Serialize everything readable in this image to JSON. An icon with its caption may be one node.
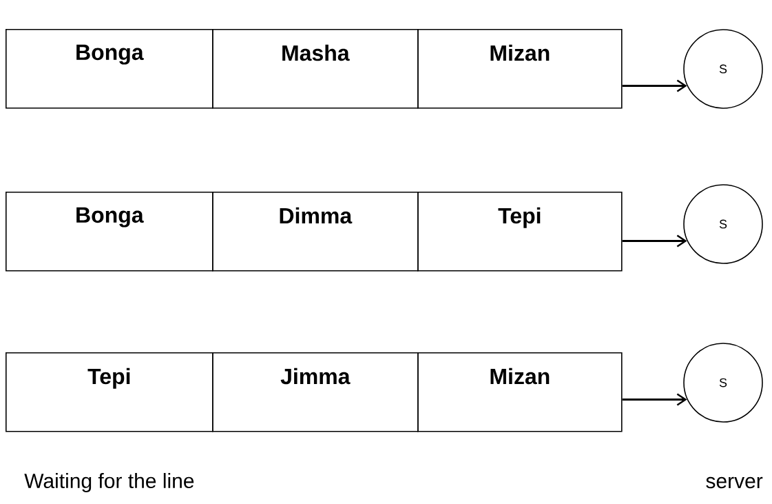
{
  "diagram": {
    "nodes": [
      {
        "text": [
          "Bonga"
        ]
      },
      {
        "text": [
          "Masha"
        ]
      },
      {
        "text": [
          "Mizan"
        ]
      },
      {
        "text": [
          "S"
        ]
      },
      {
        "text": [
          "Bonga"
        ]
      },
      {
        "text": [
          "Dimma"
        ]
      },
      {
        "text": [
          "Tepi"
        ]
      },
      {
        "text": [
          "S"
        ]
      },
      {
        "text": [
          "Tepi"
        ]
      },
      {
        "text": [
          "Jimma"
        ]
      },
      {
        "text": [
          "Mizan"
        ]
      },
      {
        "text": [
          "S"
        ]
      }
    ],
    "edges": [
      {
        "from": 2,
        "to": 3,
        "arrow": "to"
      },
      {
        "from": 6,
        "to": 7,
        "arrow": "to"
      },
      {
        "from": 10,
        "to": 11,
        "arrow": "to"
      }
    ],
    "labels": [
      "Waiting for the line",
      "server"
    ]
  }
}
